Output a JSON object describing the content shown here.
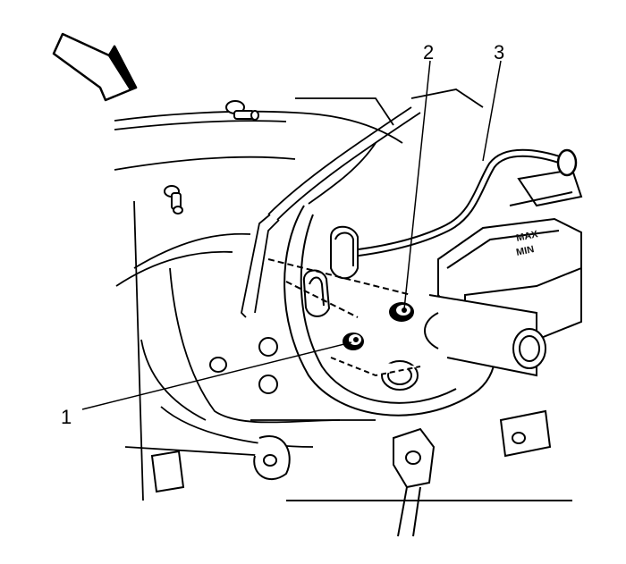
{
  "callouts": [
    {
      "id": "1",
      "label": "1"
    },
    {
      "id": "2",
      "label": "2"
    },
    {
      "id": "3",
      "label": "3"
    }
  ],
  "reservoir_marks": {
    "max": "MAX",
    "min": "MIN"
  },
  "colors": {
    "line": "#000000",
    "background": "#ffffff"
  },
  "icons": {
    "direction_arrow": "view-direction-arrow-icon"
  }
}
